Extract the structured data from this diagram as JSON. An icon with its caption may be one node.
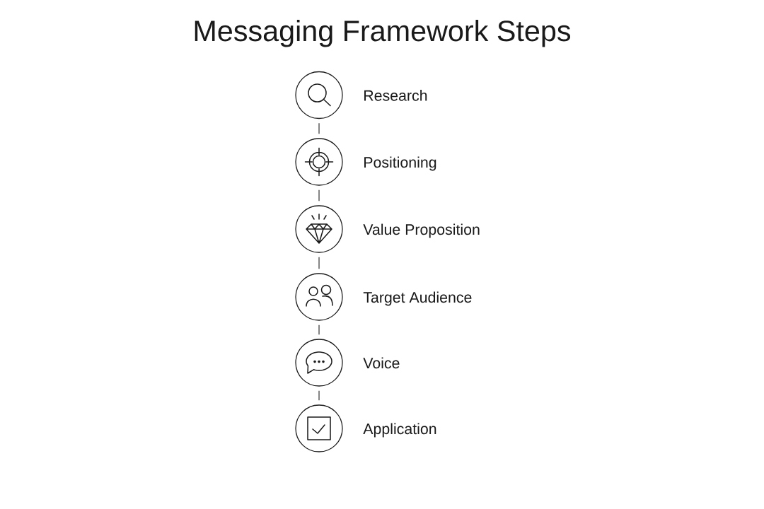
{
  "diagram": {
    "title": "Messaging Framework Steps",
    "nodes": [
      {
        "text": [],
        "shape": "circle",
        "beside": [
          "Research"
        ]
      },
      {
        "text": [],
        "shape": "circle",
        "beside": [
          "Positioning"
        ]
      },
      {
        "text": [],
        "shape": "circle",
        "beside": [
          "Value Proposition"
        ]
      },
      {
        "text": [],
        "shape": "circle",
        "beside": [
          "Target Audience"
        ]
      },
      {
        "text": [],
        "shape": "circle",
        "beside": [
          "Voice"
        ]
      },
      {
        "text": [],
        "shape": "circle",
        "beside": [
          "Application"
        ]
      }
    ],
    "edges": [
      {
        "from": 0,
        "to": 1,
        "arrow": "none"
      },
      {
        "from": 1,
        "to": 2,
        "arrow": "none"
      },
      {
        "from": 2,
        "to": 3,
        "arrow": "none"
      },
      {
        "from": 3,
        "to": 4,
        "arrow": "none"
      },
      {
        "from": 4,
        "to": 5,
        "arrow": "none"
      }
    ]
  }
}
